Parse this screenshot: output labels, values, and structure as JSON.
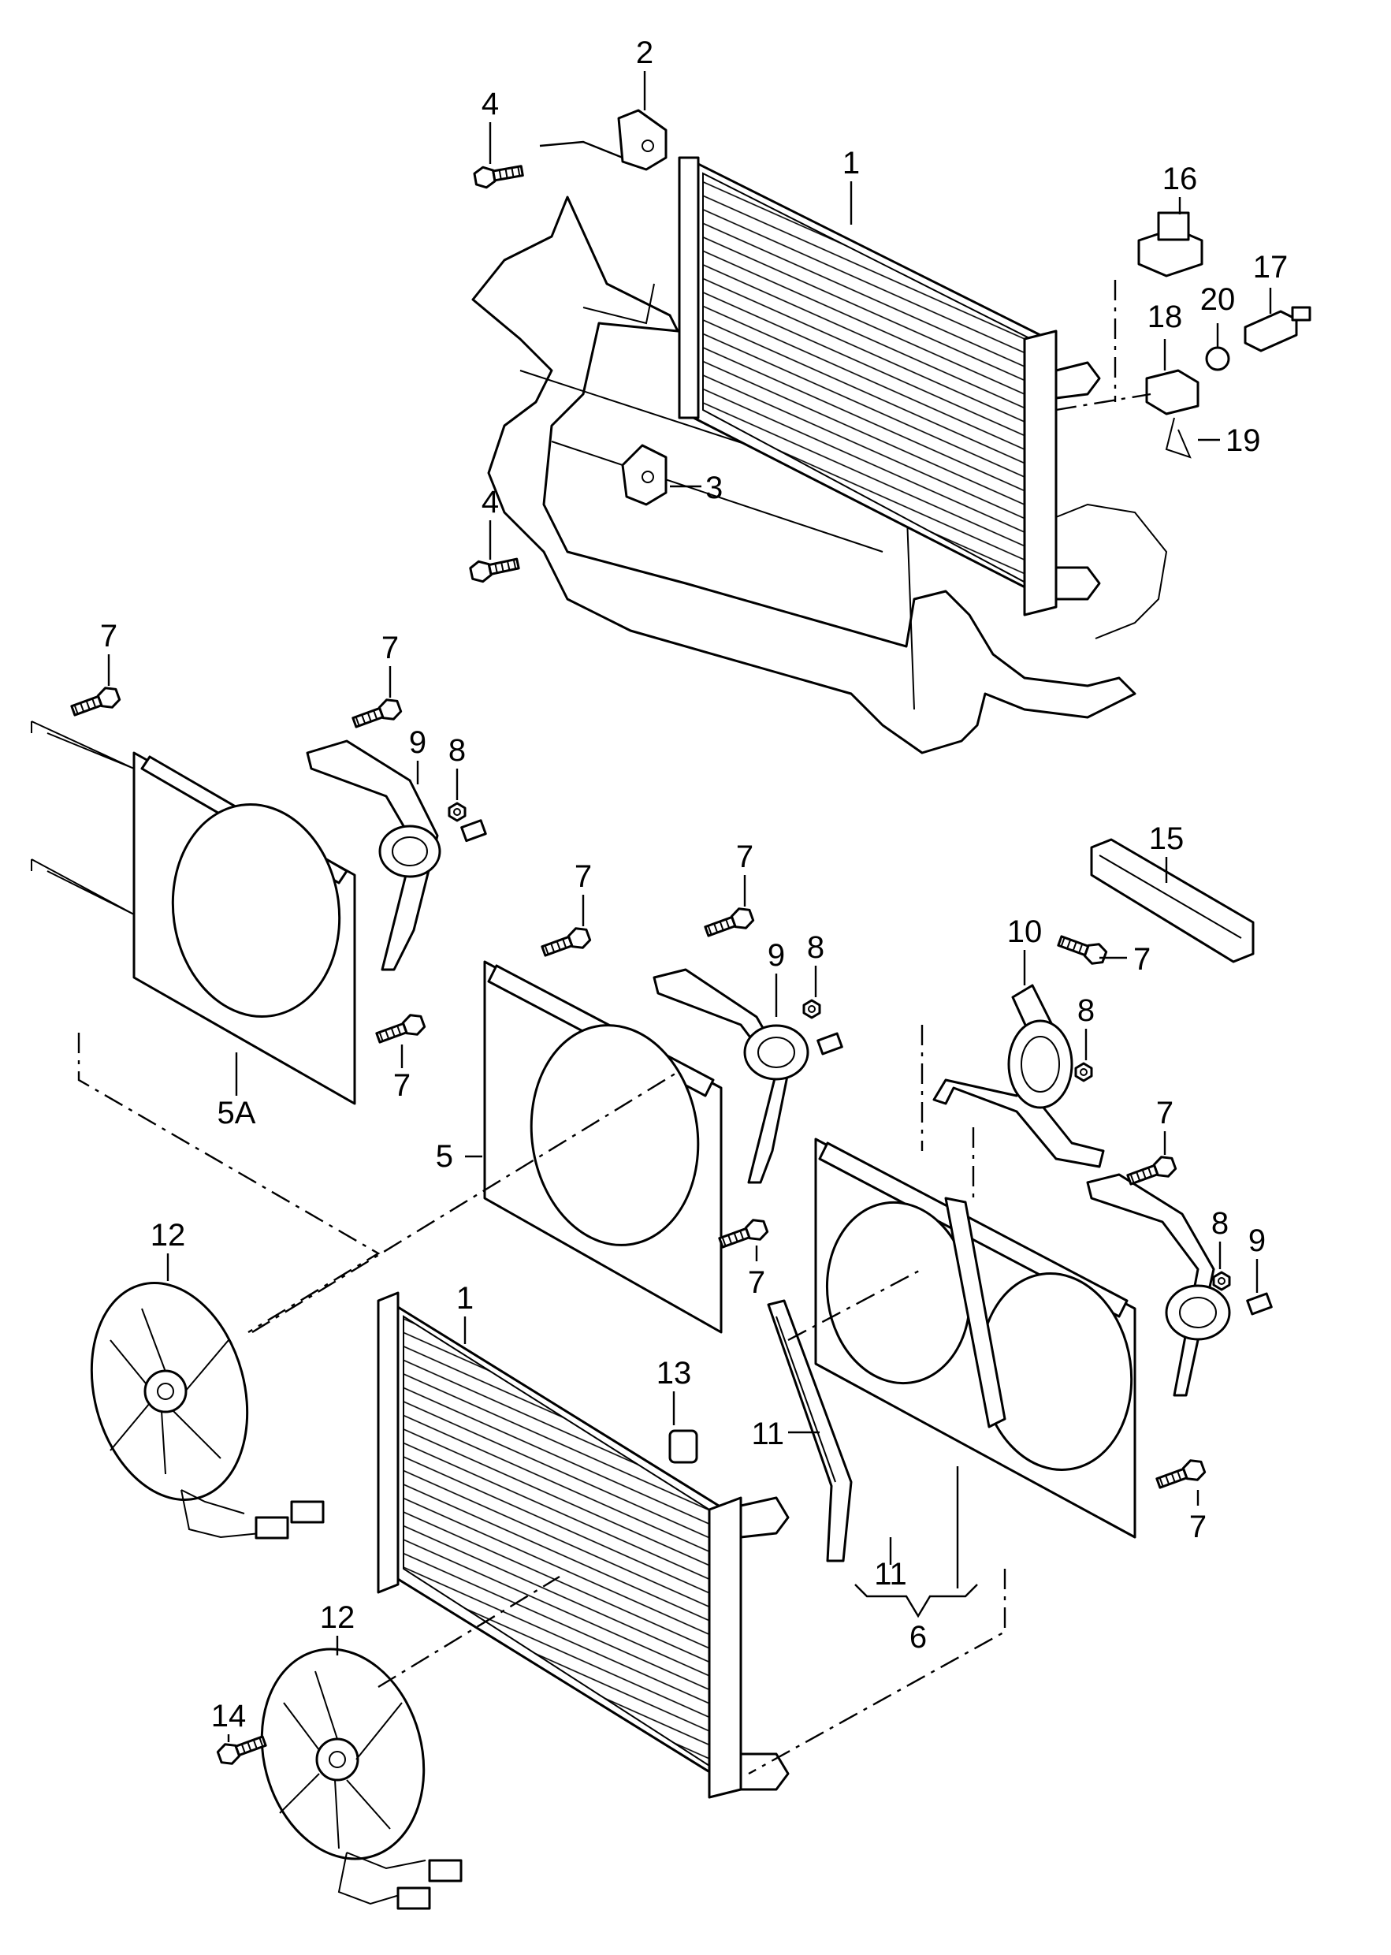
{
  "callouts": {
    "c1_top": "1",
    "c1_bottom": "1",
    "c2": "2",
    "c3": "3",
    "c4_top": "4",
    "c4_mid": "4",
    "c5": "5",
    "c5A": "5A",
    "c6": "6",
    "c7_a": "7",
    "c7_b": "7",
    "c7_c": "7",
    "c7_d": "7",
    "c7_e": "7",
    "c7_f": "7",
    "c7_g": "7",
    "c7_h": "7",
    "c7_i": "7",
    "c7_j": "7",
    "c8_a": "8",
    "c8_b": "8",
    "c8_c": "8",
    "c8_d": "8",
    "c9_a": "9",
    "c9_b": "9",
    "c9_c": "9",
    "c10": "10",
    "c11_a": "11",
    "c11_b": "11",
    "c12_top": "12",
    "c12_bottom": "12",
    "c13": "13",
    "c14": "14",
    "c15": "15",
    "c16": "16",
    "c17": "17",
    "c18": "18",
    "c19": "19",
    "c20": "20"
  },
  "icons": {
    "radiator": "radiator-icon",
    "fan": "fan-icon",
    "fan_shroud": "fan-shroud-icon",
    "bolt": "bolt-icon",
    "nut": "nut-icon",
    "bracket": "bracket-icon",
    "lock_carrier": "lock-carrier-icon",
    "thermo_switch": "thermo-switch-icon",
    "connector": "connector-icon",
    "clip": "clip-icon"
  },
  "colors": {
    "ink": "#000000",
    "paper": "#ffffff"
  }
}
